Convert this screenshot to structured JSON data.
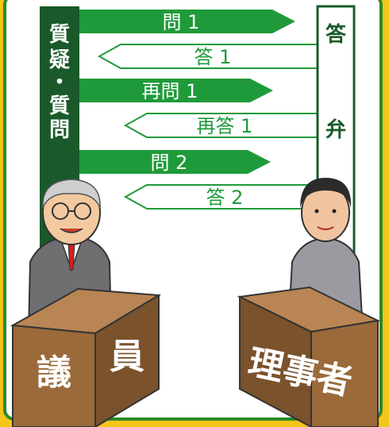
{
  "questioner_bar": {
    "chars": [
      "質",
      "疑",
      "・",
      "質",
      "問"
    ]
  },
  "answerer_bar": {
    "top_char": "答",
    "bottom_char": "弁"
  },
  "exchanges": [
    {
      "label": "問 1",
      "direction": "right"
    },
    {
      "label": "答 1",
      "direction": "left"
    },
    {
      "label": "再問 1",
      "direction": "right"
    },
    {
      "label": "再答 1",
      "direction": "left"
    },
    {
      "label": "問 2",
      "direction": "right"
    },
    {
      "label": "答 2",
      "direction": "left"
    }
  ],
  "podiums": {
    "left": [
      "議",
      "員"
    ],
    "right": "理事者"
  },
  "colors": {
    "green": "#1f9a3a",
    "dark_green": "#1a5a2a",
    "frame_green": "#2a8a2a",
    "background_yellow": "#f5c518",
    "podium_brown": "#9a6a3a"
  }
}
